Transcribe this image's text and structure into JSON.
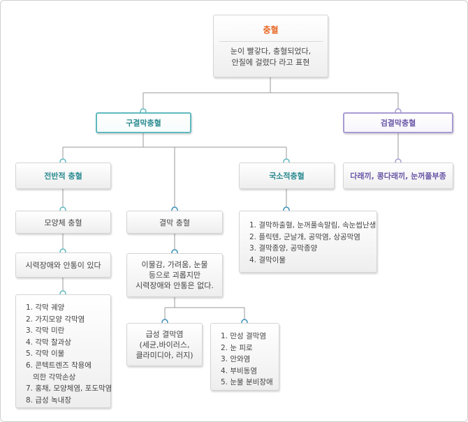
{
  "root": {
    "title": "충혈",
    "desc_line1": "눈이 빨갛다, 충혈되었다,",
    "desc_line2": "안질에 걸렸다 라고 표현"
  },
  "conjunctival": {
    "label": "구결막충혈"
  },
  "palpebral": {
    "label": "검결막충혈"
  },
  "diffuse": {
    "label": "전반적 충혈"
  },
  "local": {
    "label": "국소적충혈"
  },
  "palpebral_causes": {
    "text": "다래끼, 콩다래끼, 눈꺼풀부종"
  },
  "ciliary": {
    "label": "모양체 충혈"
  },
  "conj": {
    "label": "결막 충혈"
  },
  "ciliary_symptom": {
    "text": "시력장애와 안통이 있다"
  },
  "conj_symptom": {
    "line1": "이물감, 가려움, 눈물",
    "line2": "등으로 괴롭지만",
    "line3": "시력장애와 안통은 없다."
  },
  "ciliary_causes": [
    "1. 각막 궤양",
    "2. 가지모양 각막염",
    "3. 각막 미란",
    "4. 각막 찰과상",
    "5. 각막 이물",
    "6. 콘텍트렌즈 착용에",
    "   의한 각막손상",
    "7. 홍채, 모양체염, 포도막염",
    "8. 급성 녹내장"
  ],
  "local_causes": [
    "1. 결막하출혈, 눈꺼풀속말림, 속눈썹난생",
    "2. 플릭텐, 군날개, 공막염, 상공막염",
    "3. 결막종양, 공막종양",
    "4. 결막이물"
  ],
  "acute": {
    "line1": "급성 결막염",
    "line2": "(세균,바이러스,",
    "line3": "클라미디아, 러지)"
  },
  "chronic_causes": [
    "1. 만성 결막염",
    "2. 눈 피로",
    "3. 안와염",
    "4. 부비동염",
    "5. 눈물 분비장애"
  ],
  "colors": {
    "accent_orange": "#e8641e",
    "teal": "#2a8a8f",
    "teal_border": "#5fb9be",
    "purple": "#6a57a7",
    "purple_border": "#a89bd3",
    "line": "#9a9a9a"
  }
}
